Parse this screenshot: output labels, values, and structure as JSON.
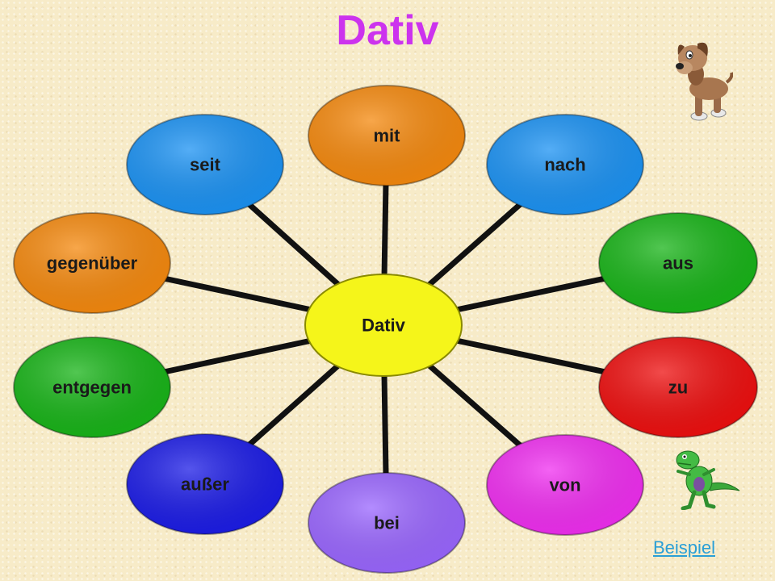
{
  "title": "Dativ",
  "center": {
    "label": "Dativ",
    "color": "#f5f51a"
  },
  "prepositions": [
    {
      "label": "mit",
      "color": "#f5890e"
    },
    {
      "label": "nach",
      "color": "#1b92f3"
    },
    {
      "label": "aus",
      "color": "#18b418"
    },
    {
      "label": "zu",
      "color": "#ee0f0f"
    },
    {
      "label": "von",
      "color": "#f02ef0"
    },
    {
      "label": "bei",
      "color": "#9a66ff"
    },
    {
      "label": "außer",
      "color": "#1c1ce6"
    },
    {
      "label": "entgegen",
      "color": "#18b418"
    },
    {
      "label": "gegenüber",
      "color": "#f5890e"
    },
    {
      "label": "seit",
      "color": "#1b92f3"
    }
  ],
  "link": {
    "label": "Beispiel",
    "color": "#2a9fd6"
  },
  "icons": {
    "dog": "dog-mascot-icon",
    "dino": "dinosaur-mascot-icon"
  }
}
